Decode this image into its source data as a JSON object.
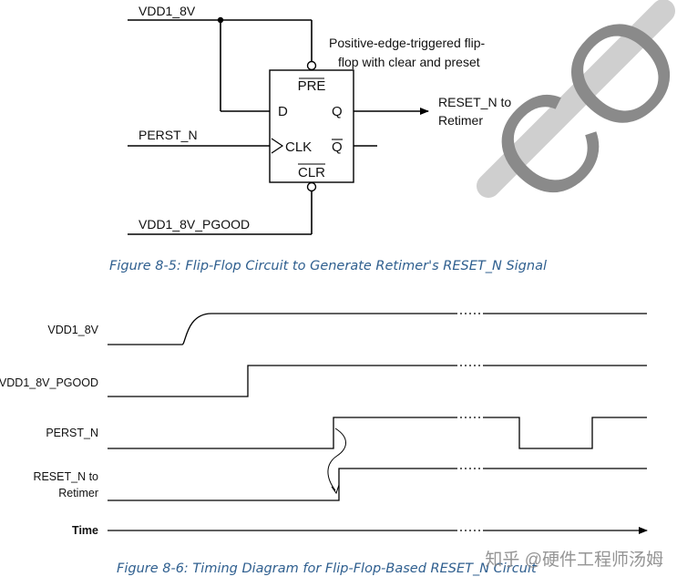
{
  "circuit": {
    "vdd_label": "VDD1_8V",
    "perst_label": "PERST_N",
    "pgood_label": "VDD1_8V_PGOOD",
    "note_line1": "Positive-edge-triggered flip-",
    "note_line2": "flop with clear and preset",
    "pin_pre": "PRE",
    "pin_d": "D",
    "pin_q": "Q",
    "pin_clk": "CLK",
    "pin_qbar": "Q",
    "pin_clr": "CLR",
    "out_line1": "RESET_N to",
    "out_line2": "Retimer",
    "caption": "Figure 8-5: Flip-Flop Circuit to Generate Retimer's RESET_N Signal",
    "stamp": "CO"
  },
  "timing": {
    "signals": [
      {
        "label": "VDD1_8V"
      },
      {
        "label": "VDD1_8V_PGOOD"
      },
      {
        "label": "PERST_N"
      },
      {
        "label": "RESET_N to",
        "label2": "Retimer"
      }
    ],
    "time_label": "Time",
    "caption": "Figure 8-6: Timing Diagram for Flip-Flop-Based RESET_N Circuit",
    "watermark": "知乎 @硬件工程师汤姆"
  }
}
